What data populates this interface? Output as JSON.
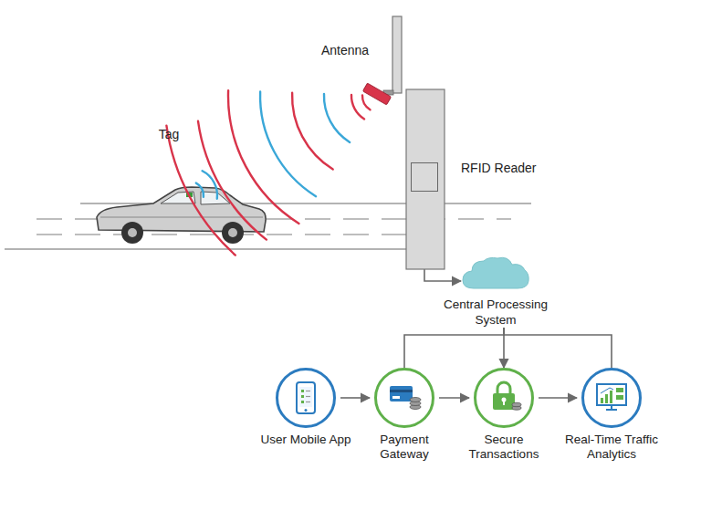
{
  "diagram": {
    "nodes": [
      {
        "text": [
          "RFID Reader"
        ]
      },
      {
        "text": [
          "Central Processing System"
        ]
      },
      {
        "text": [
          "User Mobile App"
        ]
      },
      {
        "text": [
          "Payment Gateway"
        ]
      },
      {
        "text": [
          "Secure Transactions"
        ]
      },
      {
        "text": [
          "Real-Time Traffic Analytics"
        ]
      }
    ],
    "edges": [
      {
        "from": 0,
        "to": 1,
        "arrow": "to"
      },
      {
        "from": 1,
        "to": 3,
        "arrow": "none"
      },
      {
        "from": 1,
        "to": 4,
        "arrow": "to"
      },
      {
        "from": 1,
        "to": 5,
        "arrow": "none"
      },
      {
        "from": 2,
        "to": 3,
        "arrow": "to"
      },
      {
        "from": 3,
        "to": 4,
        "arrow": "to"
      },
      {
        "from": 4,
        "to": 5,
        "arrow": "to"
      }
    ],
    "labels": [
      "Tag",
      "Antenna"
    ]
  }
}
